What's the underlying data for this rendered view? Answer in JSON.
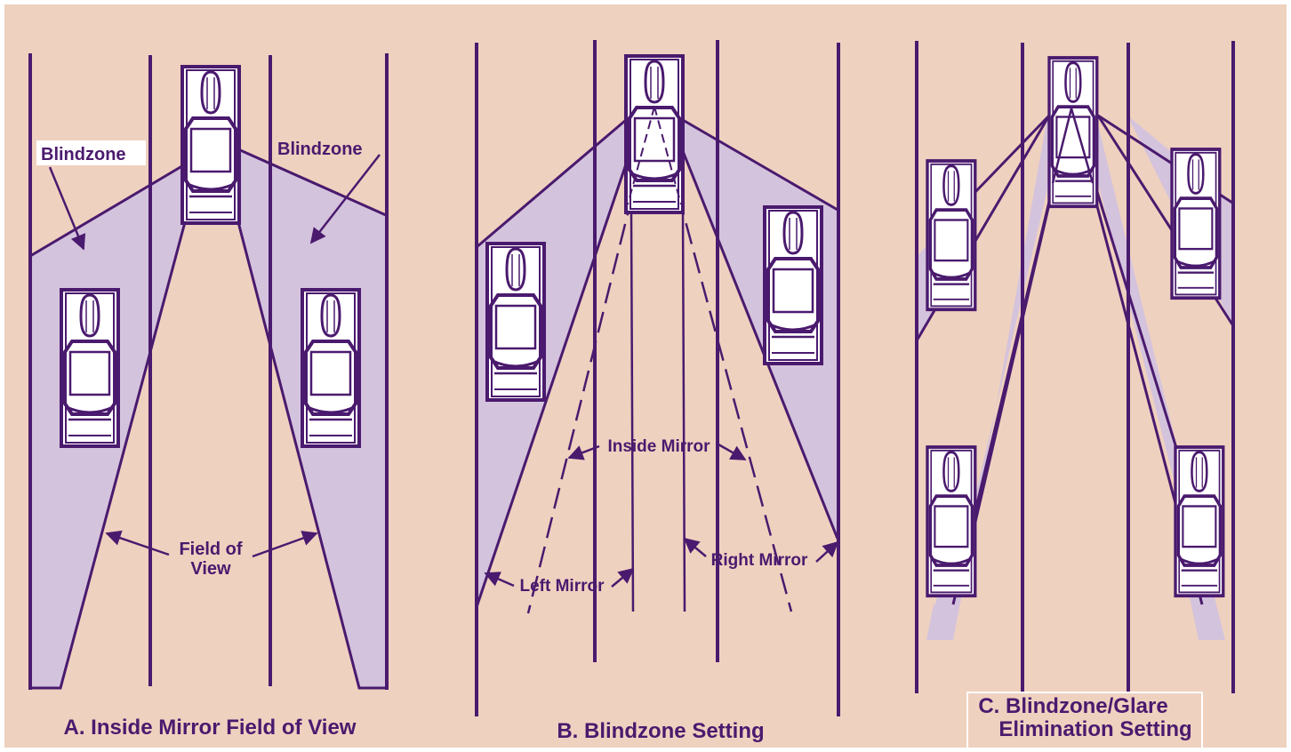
{
  "colors": {
    "background": "#efd1bf",
    "stroke": "#4a1a6e",
    "zone": "#d4c3dd",
    "car": "#ffffff"
  },
  "panel_a": {
    "blindzone_left": "Blindzone",
    "blindzone_right": "Blindzone",
    "field_line1": "Field of",
    "field_line2": "View",
    "caption": "A. Inside Mirror Field of View"
  },
  "panel_b": {
    "inside_mirror": "Inside Mirror",
    "left_mirror": "Left Mirror",
    "right_mirror": "Right Mirror",
    "caption": "B. Blindzone Setting"
  },
  "panel_c": {
    "caption_line1": "C. Blindzone/Glare",
    "caption_line2": "Elimination Setting"
  }
}
